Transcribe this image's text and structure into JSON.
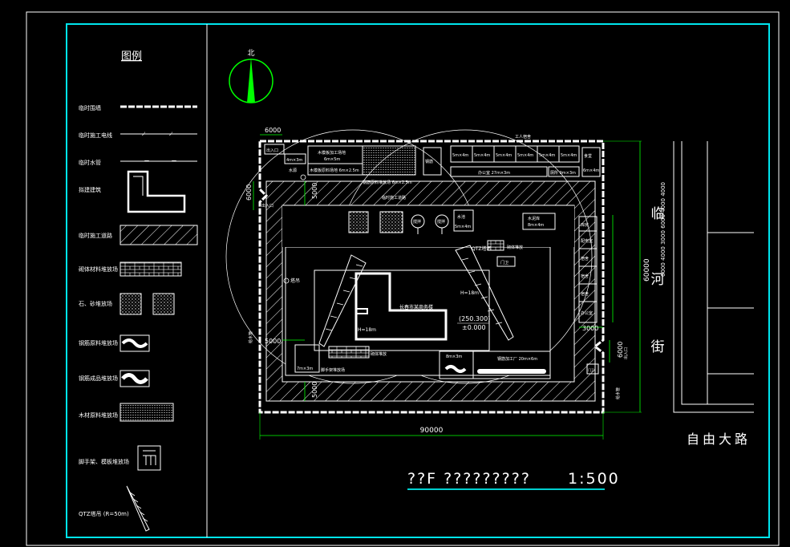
{
  "legend": {
    "title": "图例",
    "items": [
      {
        "key": "temp-fence",
        "label": "临时围墙"
      },
      {
        "key": "temp-power",
        "label": "临时施工电线"
      },
      {
        "key": "temp-water",
        "label": "临时水管"
      },
      {
        "key": "building",
        "label": "拟建建筑"
      },
      {
        "key": "temp-road",
        "label": "临时施工道路"
      },
      {
        "key": "brick-yard",
        "label": "砌体材料堆放场"
      },
      {
        "key": "sand-yard",
        "label": "石、砂堆放场"
      },
      {
        "key": "steel-yard",
        "label": "钢筋原料堆放场"
      },
      {
        "key": "steel-product-yard",
        "label": "钢筋成品堆放场"
      },
      {
        "key": "timber-yard",
        "label": "木材原料堆放场"
      },
      {
        "key": "scaffold-yard",
        "label": "脚手架、模板堆放场"
      },
      {
        "key": "tower-crane",
        "label": "QTZ塔吊 (R=50m)"
      }
    ]
  },
  "north_label": "北",
  "plan": {
    "dim_top_left": "6000",
    "dim_left_6000": "6000",
    "dim_left_5000_top": "5000",
    "dim_left_5000_mid": "5000",
    "dim_left_5000_bot": "5000",
    "dim_right_60000": "60000",
    "dim_right_3000": "3000",
    "dim_right_6000": "6000",
    "dim_right_stack": "6000 4000 3000 6000 4000 4000",
    "dim_bottom_90000": "90000",
    "gate_top_left": "出入口",
    "room_4x3": "4m×3m",
    "room_water": "水源",
    "timber_shop": "木模板加工场地",
    "timber_shop_dim": "6m×5m",
    "timber_store": "木模板原料场地 6m×2.5m",
    "rebar_small": "钢筋",
    "office_strip": [
      "5m×4m",
      "5m×4m",
      "5m×4m",
      "5m×4m",
      "5m×4m",
      "5m×4m"
    ],
    "office_label": "办公室 27m×3m",
    "toilet": "厕所 9m×3m",
    "canteen": "食堂",
    "canteen_dim": "6m×4m",
    "workers_area": "工人宿舍",
    "rebar_row_label": "钢筋原料堆放场 6m×2.5m",
    "temp_road_label": "临时施工道路",
    "water_tank": "水池",
    "water_tank_dim": "5m×4m",
    "mixer": "搅拌",
    "cement": "水泥库",
    "cement_dim": "8m×4m",
    "tower_label": "QTZ塔吊",
    "brick_right": "砌体堆放",
    "gate_house": "门卫",
    "main_building": "长春市某商务楼",
    "building_height": "H=18m",
    "building_h2": "H=18m",
    "elevation_1": "(250.300)",
    "elevation_2": "±0.000",
    "tower_left_label": "塔吊",
    "yard_7x3": "7m×3m",
    "scaffold_label": "脚手架堆放场",
    "brick_bottom": "砌体堆放",
    "rebar_8x3": "8m×3m",
    "rebar_shop": "钢筋加工厂 20m×6m",
    "right_stack": [
      "库房",
      "配电室",
      "宿舍",
      "宿舍",
      "宿舍",
      "办公室"
    ],
    "left_gate_label": "出入口",
    "left_pipe": "给水管",
    "right_gate": "出入口",
    "right_pipe": "给水管",
    "small_box": "门卫"
  },
  "street_east": [
    "临",
    "河",
    "街"
  ],
  "street_south": "自由大路",
  "drawing_title": "??F  ?????????",
  "drawing_scale": "1:500",
  "colors": {
    "frame": "#00e5ee",
    "line": "#ffffff",
    "dim": "#00ff00",
    "text": "#ffffff",
    "accent": "#00d0d0"
  }
}
